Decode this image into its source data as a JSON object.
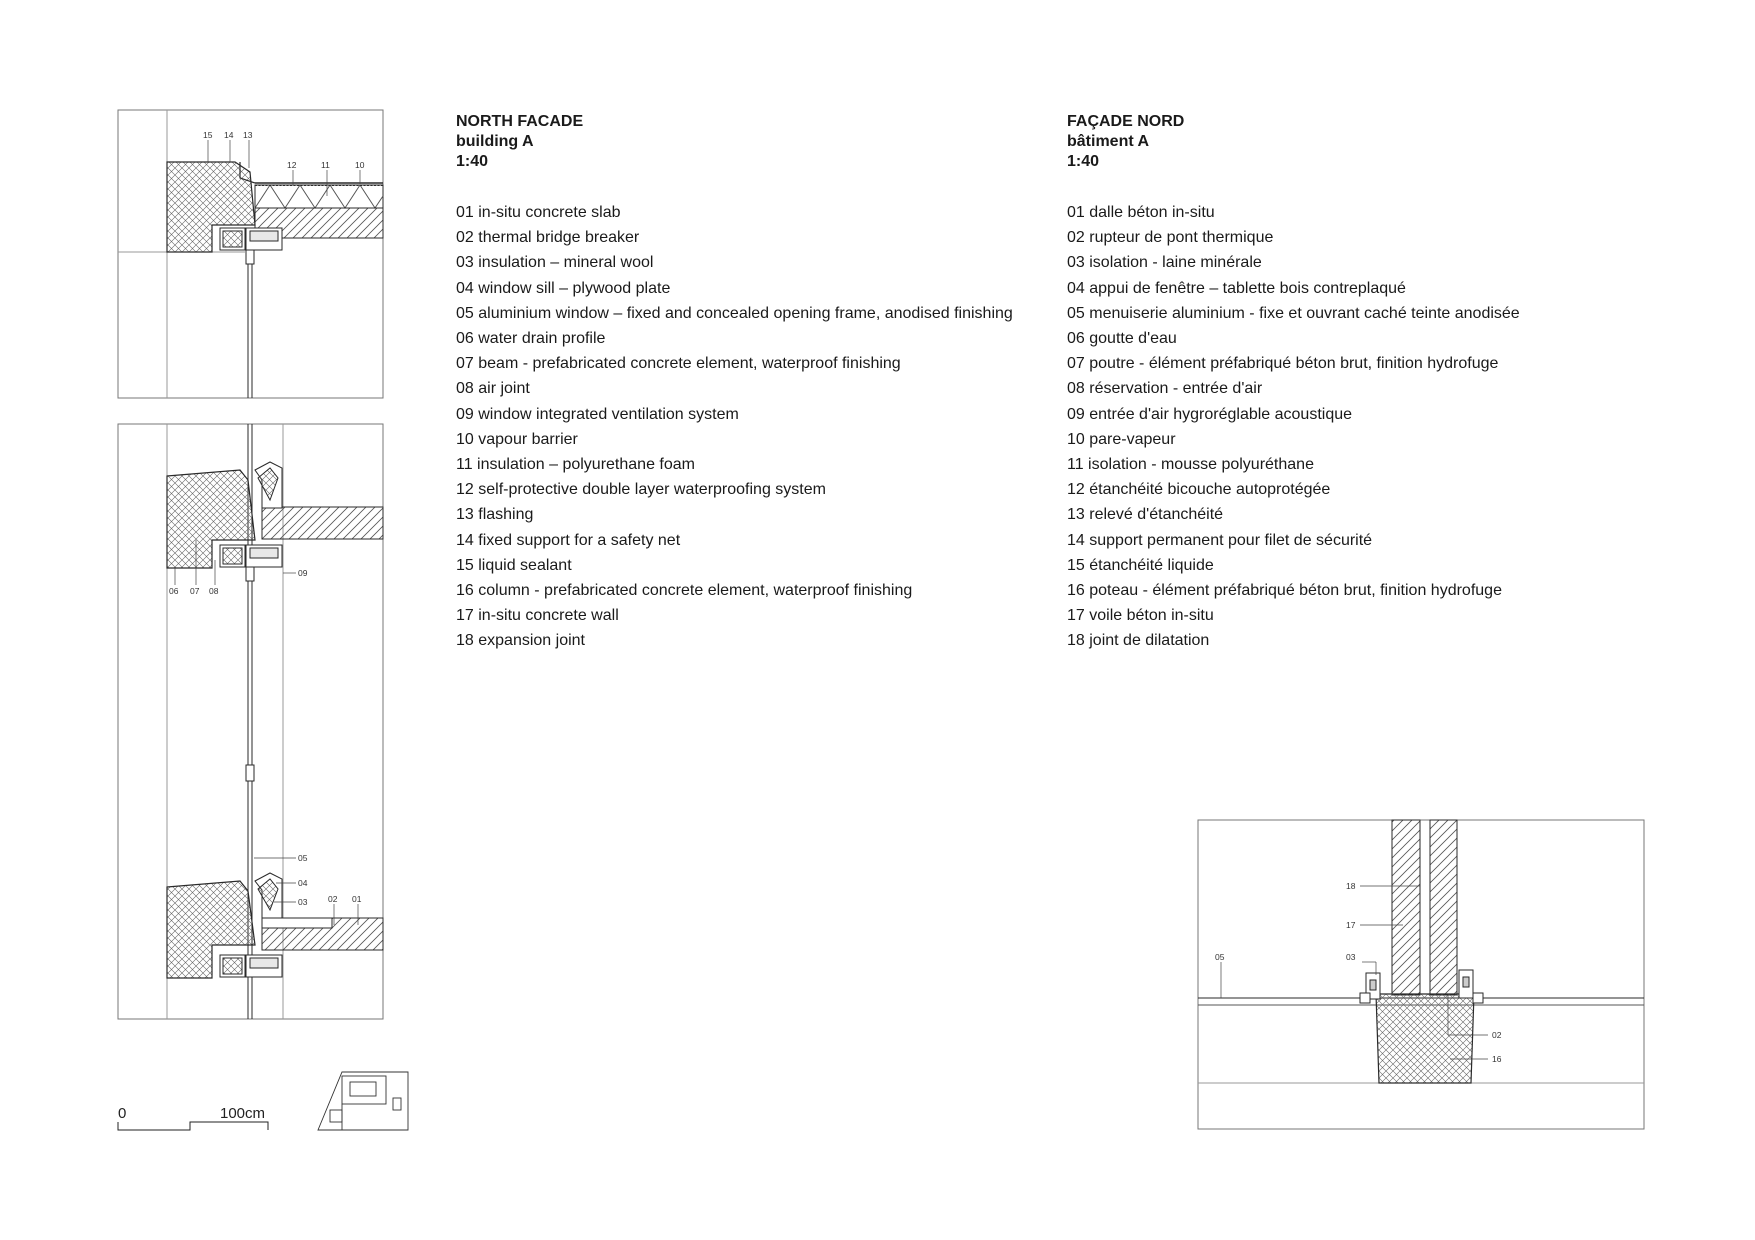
{
  "english": {
    "title": "NORTH FACADE",
    "subtitle": "building A",
    "scale": "1:40",
    "items": [
      "01 in-situ concrete slab",
      "02 thermal bridge breaker",
      "03 insulation – mineral wool",
      "04 window sill – plywood plate",
      "05 aluminium window – fixed and concealed opening frame, anodised finishing",
      "06 water drain profile",
      "07 beam - prefabricated concrete element, waterproof finishing",
      "08 air joint",
      "09 window integrated ventilation system",
      "10 vapour barrier",
      "11 insulation – polyurethane foam",
      "12 self-protective double layer waterproofing system",
      "13 flashing",
      "14 fixed support for a safety net",
      "15 liquid sealant",
      "16 column - prefabricated concrete element, waterproof finishing",
      "17 in-situ concrete wall",
      "18 expansion joint"
    ]
  },
  "french": {
    "title": "FAÇADE NORD",
    "subtitle": "bâtiment A",
    "scale": "1:40",
    "items": [
      "01 dalle béton in-situ",
      "02 rupteur de pont thermique",
      "03 isolation - laine minérale",
      "04 appui de fenêtre – tablette bois contreplaqué",
      "05 menuiserie aluminium - fixe et ouvrant caché teinte anodisée",
      "06 goutte d'eau",
      "07 poutre - élément préfabriqué béton brut, finition hydrofuge",
      "08 réservation - entrée d'air",
      "09 entrée d'air hygroréglable acoustique",
      "10 pare-vapeur",
      "11 isolation - mousse polyuréthane",
      "12 étanchéité bicouche autoprotégée",
      "13 relevé d'étanchéité",
      "14 support permanent pour filet de sécurité",
      "15 étanchéité liquide",
      "16 poteau - élément préfabriqué béton brut, finition hydrofuge",
      "17 voile béton in-situ",
      "18 joint de dilatation"
    ]
  },
  "labels": {
    "roof": [
      "15",
      "14",
      "13",
      "12",
      "11",
      "10"
    ],
    "upper_sill": [
      "06",
      "07",
      "08",
      "09"
    ],
    "lower_sill": [
      "05",
      "04",
      "03",
      "02",
      "01"
    ],
    "plan": [
      "18",
      "17",
      "05",
      "03",
      "02",
      "16"
    ]
  },
  "scale_bar": {
    "start": "0",
    "end": "100cm"
  },
  "colors": {
    "line": "#2a2a2a",
    "text": "#1a1a1a",
    "background": "#ffffff"
  }
}
